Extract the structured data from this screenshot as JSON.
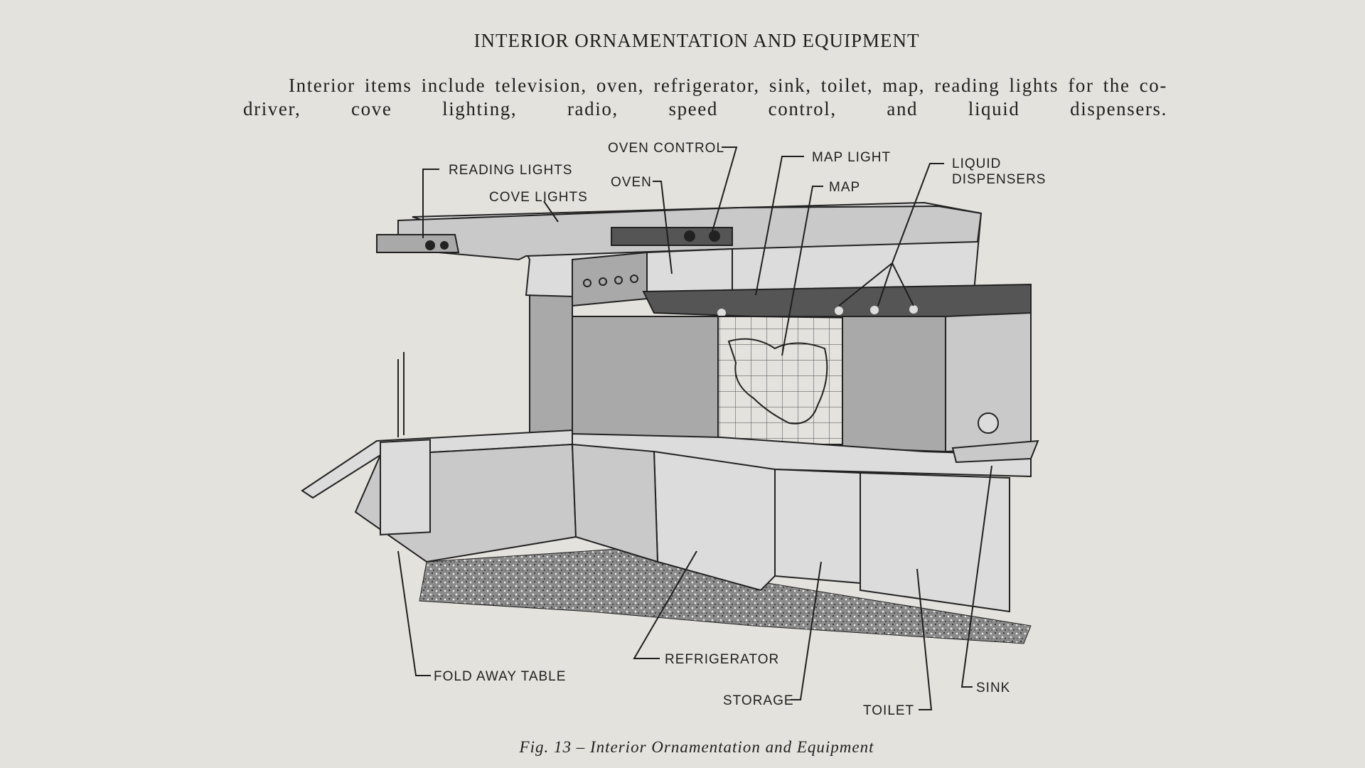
{
  "page": {
    "heading": "INTERIOR ORNAMENTATION AND EQUIPMENT",
    "intro": "Interior items include television, oven, refrigerator, sink, toilet, map, reading lights for the co-driver, cove lighting, radio, speed control, and liquid dispensers.",
    "caption": "Fig. 13 – Interior Ornamentation and Equipment"
  },
  "figure": {
    "labels": {
      "oven_control": "OVEN CONTROL",
      "reading_lights": "READING LIGHTS",
      "cove_lights": "COVE LIGHTS",
      "oven": "OVEN",
      "map_light": "MAP LIGHT",
      "map": "MAP",
      "liquid_dispensers_1": "LIQUID",
      "liquid_dispensers_2": "DISPENSERS",
      "fold_away_table": "FOLD AWAY TABLE",
      "refrigerator": "REFRIGERATOR",
      "storage": "STORAGE",
      "toilet": "TOILET",
      "sink": "SINK"
    }
  }
}
